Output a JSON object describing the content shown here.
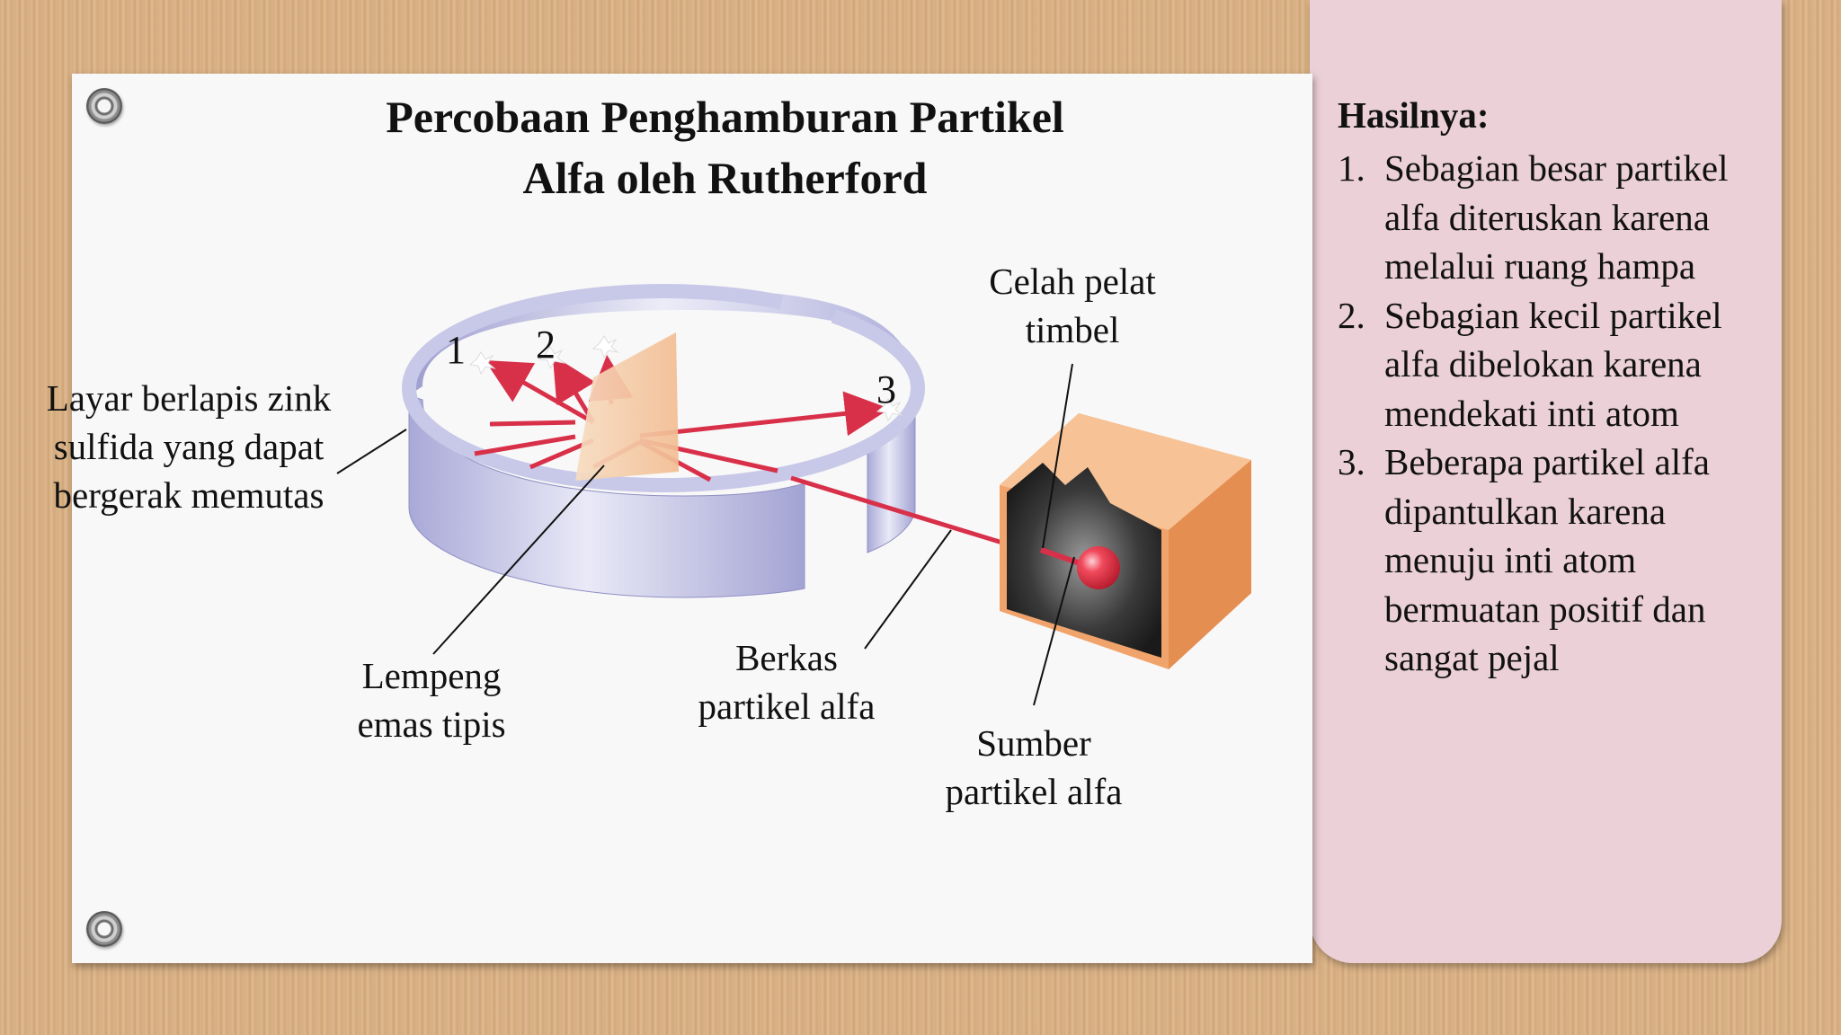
{
  "title": {
    "line1": "Percobaan Penghamburan Partikel",
    "line2": "Alfa oleh Rutherford"
  },
  "diagram": {
    "labels": {
      "screen": [
        "Layar berlapis zink",
        "sulfida yang dapat",
        "bergerak memutas"
      ],
      "gold_foil": [
        "Lempeng",
        "emas tipis"
      ],
      "beam": [
        "Berkas",
        "partikel alfa"
      ],
      "slit": [
        "Celah pelat",
        "timbel"
      ],
      "source": [
        "Sumber",
        "partikel alfa"
      ]
    },
    "markers": [
      "1",
      "2",
      "3"
    ],
    "colors": {
      "ring": "#b9b9e2",
      "ray": "#d9304a",
      "lead_block": "#f2a56d",
      "foil": "#f5c9a0",
      "source_ball": "#e2303f"
    }
  },
  "results": {
    "heading": "Hasilnya:",
    "items": [
      {
        "num": "1.",
        "lines": [
          "Sebagian besar partikel",
          "alfa diteruskan karena",
          "melalui ruang hampa"
        ]
      },
      {
        "num": "2.",
        "lines": [
          "Sebagian kecil partikel",
          "alfa dibelokan karena",
          "mendekati  inti atom"
        ]
      },
      {
        "num": "3.",
        "lines": [
          "Beberapa partikel alfa",
          "dipantulkan karena",
          "menuju inti atom",
          "bermuatan positif  dan",
          "sangat pejal"
        ]
      }
    ]
  }
}
